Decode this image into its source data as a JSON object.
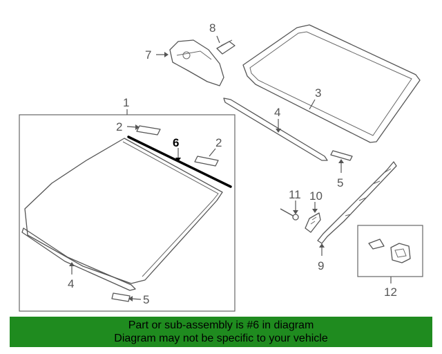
{
  "callouts": {
    "c1": "1",
    "c2a": "2",
    "c2b": "2",
    "c3": "3",
    "c4a": "4",
    "c4b": "4",
    "c5a": "5",
    "c5b": "5",
    "c6": "6",
    "c7": "7",
    "c8": "8",
    "c9": "9",
    "c10": "10",
    "c11": "11",
    "c12": "12"
  },
  "highlight_part": "6",
  "colors": {
    "banner_bg": "#1f8b1f",
    "line": "#555555",
    "highlight": "#000000"
  },
  "banner": {
    "line1": "Part or sub-assembly is #6 in diagram",
    "line2": "Diagram may not be specific to your vehicle"
  }
}
